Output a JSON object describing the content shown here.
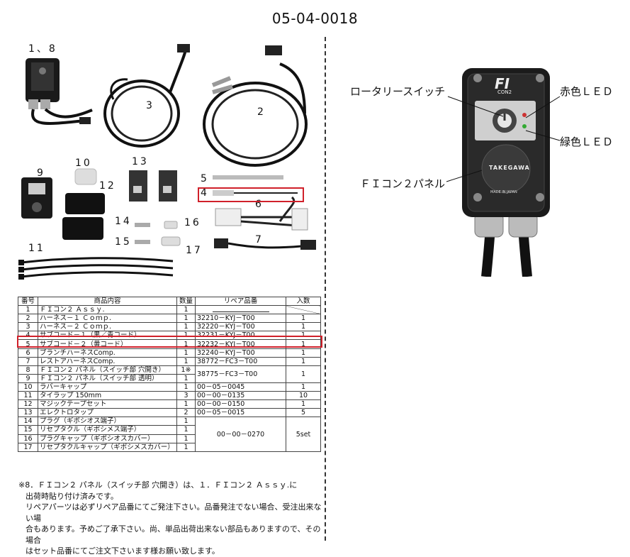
{
  "doc_code": "05-04-0018",
  "labels": {
    "p18": "1、8",
    "p3": "3",
    "p2": "2",
    "p10": "10",
    "p13": "13",
    "p9": "9",
    "p12": "12",
    "p5": "5",
    "p4": "4",
    "p6": "6",
    "p14": "14",
    "p16": "16",
    "p15": "15",
    "p17": "17",
    "p7": "7",
    "p11": "11"
  },
  "callouts": {
    "rotary": "ロータリースイッチ",
    "red_led": "赤色ＬＥＤ",
    "green_led": "緑色ＬＥＤ",
    "panel": "ＦＩコン２パネル"
  },
  "device_text": {
    "logo": "FI",
    "logo_sub": "CON2",
    "brand": "TAKEGAWA",
    "made": "MADE IN JAPAN"
  },
  "table": {
    "headers": [
      "番号",
      "商品内容",
      "数量",
      "リペア品番",
      "入数"
    ],
    "rows": [
      {
        "no": "1",
        "name": "ＦＩコン２ Ａｓｓｙ.",
        "qty": "1",
        "part": "",
        "pack": ""
      },
      {
        "no": "2",
        "name": "ハーネス－１ Ｃｏｍｐ.",
        "qty": "1",
        "part": "32210－KYJ－T00",
        "pack": "1"
      },
      {
        "no": "3",
        "name": "ハーネス－２ Ｃｏｍｐ.",
        "qty": "1",
        "part": "32220－KYJ－T00",
        "pack": "1"
      },
      {
        "no": "4",
        "name": "サブコード－１（黒／青コード）",
        "qty": "1",
        "part": "32231－KYJ－T00",
        "pack": "1"
      },
      {
        "no": "5",
        "name": "サブコード－２（黄コード）",
        "qty": "1",
        "part": "32232－KYJ－T00",
        "pack": "1"
      },
      {
        "no": "6",
        "name": "ブランチハーネスComp.",
        "qty": "1",
        "part": "32240－KYJ－T00",
        "pack": "1"
      },
      {
        "no": "7",
        "name": "レストアハーネスComp.",
        "qty": "1",
        "part": "38772－FC3－T00",
        "pack": "1"
      },
      {
        "no": "8",
        "name": "ＦＩコン２ パネル（スイッチ部 穴開き）",
        "qty": "1※",
        "part": "38775－FC3－T00",
        "pack": "1"
      },
      {
        "no": "9",
        "name": "ＦＩコン２ パネル（スイッチ部 透明）",
        "qty": "1",
        "part": "",
        "pack": ""
      },
      {
        "no": "10",
        "name": "ラバーキャップ",
        "qty": "1",
        "part": "00－05－0045",
        "pack": "1"
      },
      {
        "no": "11",
        "name": "タイラップ 150mm",
        "qty": "3",
        "part": "00－00－0135",
        "pack": "10"
      },
      {
        "no": "12",
        "name": "マジックテープセット",
        "qty": "1",
        "part": "00－00－0150",
        "pack": "1"
      },
      {
        "no": "13",
        "name": "エレクトロタップ",
        "qty": "2",
        "part": "00－05－0015",
        "pack": "5"
      },
      {
        "no": "14",
        "name": "プラグ（ギボシオス端子）",
        "qty": "1",
        "part": "00－00－0270",
        "pack": "5set"
      },
      {
        "no": "15",
        "name": "リセプタクル（ギボシメス端子）",
        "qty": "1",
        "part": "",
        "pack": ""
      },
      {
        "no": "16",
        "name": "プラグキャップ（ギボシオスカバー）",
        "qty": "1",
        "part": "",
        "pack": ""
      },
      {
        "no": "17",
        "name": "リセプタクルキャップ（ギボシメスカバー）",
        "qty": "1",
        "part": "",
        "pack": ""
      }
    ]
  },
  "note": {
    "line1": "※8．ＦＩコン２ パネル（スイッチ部 穴開き）は、１．ＦＩコン２ Ａｓｓｙ.に",
    "line2": "出荷時貼り付け済みです。",
    "line3": "リペアパーツは必ずリペア品番にてご発注下さい。品番発注でない場合、受注出来ない場",
    "line4": "合もあります。予めご了承下さい。尚、単品出荷出来ない部品もありますので、その場合",
    "line5": "はセット品番にてご注文下さいます様お願い致します。"
  },
  "colors": {
    "highlight": "#d0202a",
    "ink": "#111111"
  }
}
